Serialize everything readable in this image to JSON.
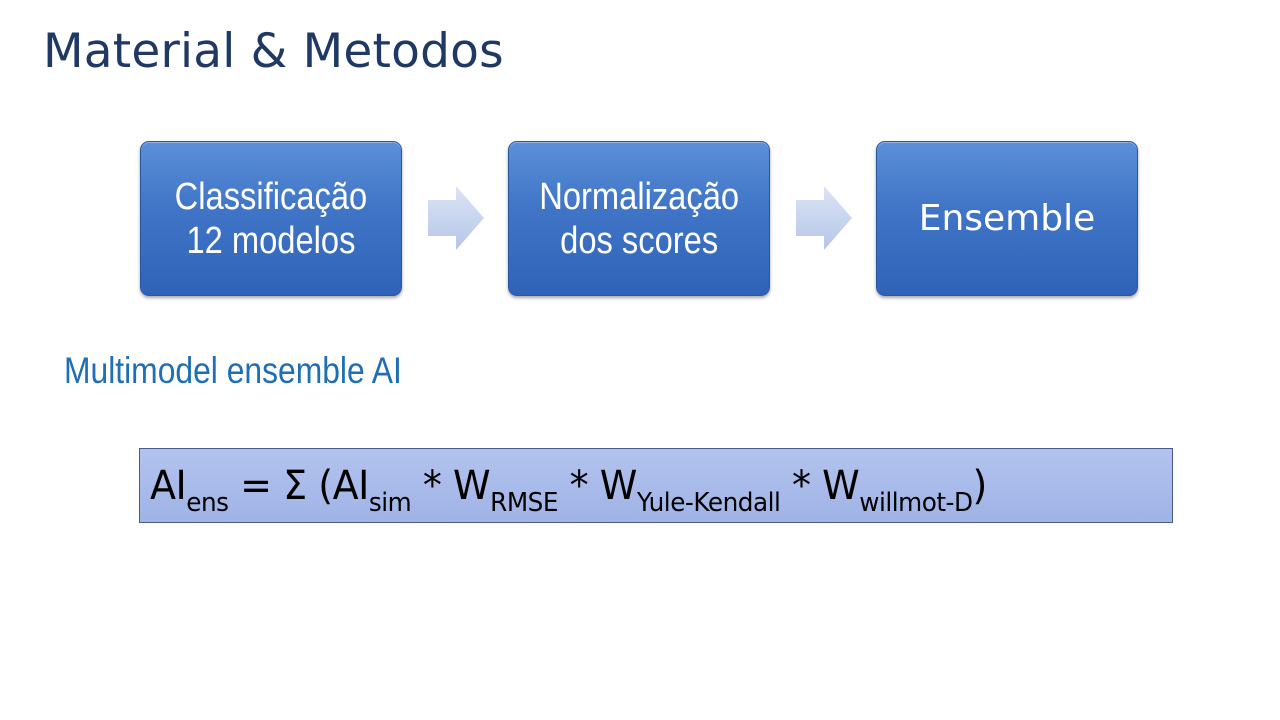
{
  "slide": {
    "title": "Material & Metodos",
    "flow": [
      {
        "lines": [
          "Classificação",
          "12 modelos"
        ]
      },
      {
        "lines": [
          "Normalização",
          "dos scores"
        ]
      },
      {
        "lines": [
          "Ensemble"
        ]
      }
    ],
    "subtitle": "Multimodel ensemble AI",
    "formula": {
      "lhs": "AI",
      "lhs_sub": "ens",
      "op_eq": " = Σ (",
      "t1": "AI",
      "t1_sub": "sim",
      "mul1": " * ",
      "t2": "W",
      "t2_sub": "RMSE",
      "mul2": " * ",
      "t3": "W",
      "t3_sub": "Yule-Kendall",
      "mul3": " * ",
      "t4": "W",
      "t4_sub": "willmot-D",
      "close": ")"
    }
  },
  "colors": {
    "title": "#1f3864",
    "box_fill": "#3f74c6",
    "arrow_fill": "#c5d3ee",
    "subtitle": "#1e6fb5",
    "formula_bg": "#a8baea"
  },
  "icons": {
    "arrow": "chevron-right-arrow"
  }
}
